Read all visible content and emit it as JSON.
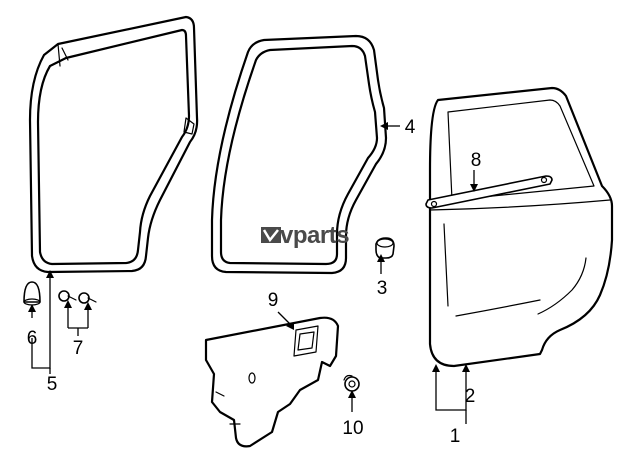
{
  "watermark": {
    "text": "vparts"
  },
  "callouts": [
    {
      "id": "c1",
      "label": "1"
    },
    {
      "id": "c2",
      "label": "2"
    },
    {
      "id": "c3",
      "label": "3"
    },
    {
      "id": "c4",
      "label": "4"
    },
    {
      "id": "c5",
      "label": "5"
    },
    {
      "id": "c6",
      "label": "6"
    },
    {
      "id": "c7",
      "label": "7"
    },
    {
      "id": "c8",
      "label": "8"
    },
    {
      "id": "c9",
      "label": "9"
    },
    {
      "id": "c10",
      "label": "10"
    }
  ]
}
